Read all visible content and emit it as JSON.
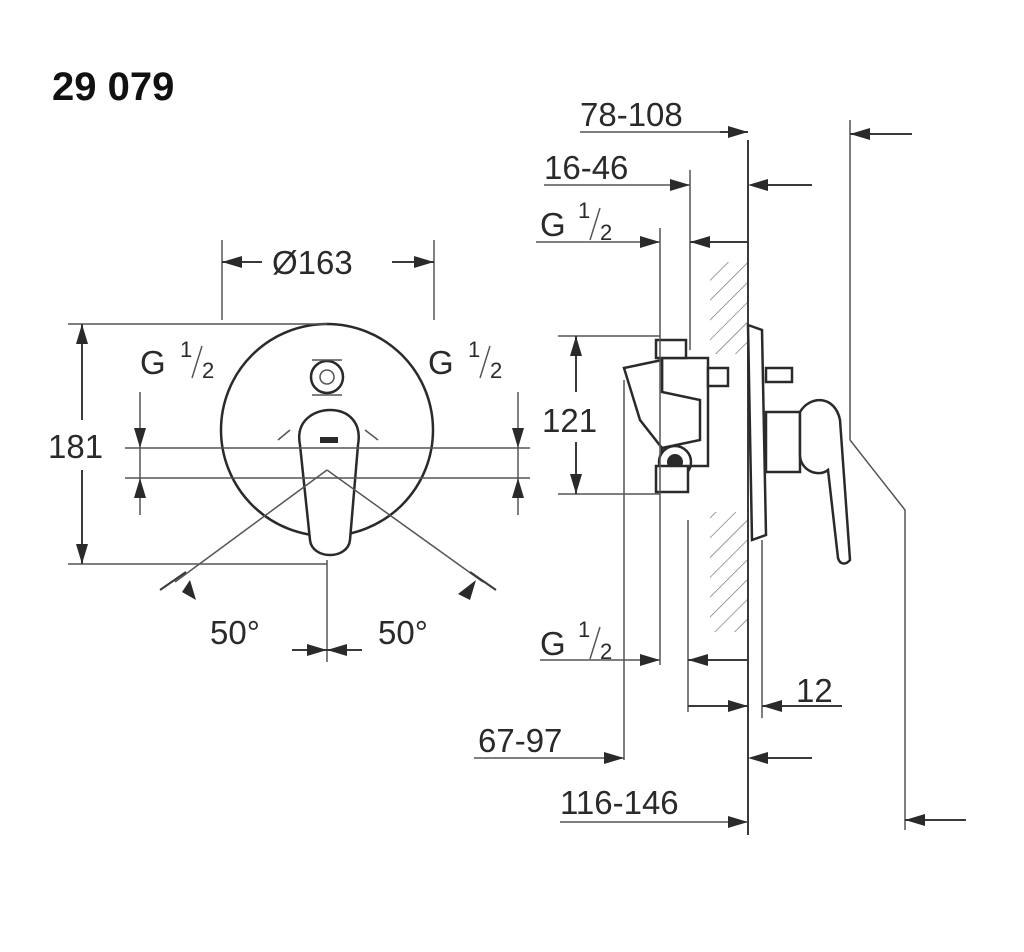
{
  "product_number": "29 079",
  "front_view": {
    "diameter": "Ø163",
    "height": "181",
    "connection_left": {
      "main": "G",
      "num": "1",
      "den": "2"
    },
    "connection_right": {
      "main": "G",
      "num": "1",
      "den": "2"
    },
    "angle_left": "50°",
    "angle_right": "50°"
  },
  "side_view": {
    "dim_top_1": "78-108",
    "dim_top_2": "16-46",
    "connection_top": {
      "main": "G",
      "num": "1",
      "den": "2"
    },
    "dim_height": "121",
    "connection_bottom": {
      "main": "G",
      "num": "1",
      "den": "2"
    },
    "dim_12": "12",
    "dim_bottom_1": "67-97",
    "dim_bottom_2": "116-146"
  }
}
